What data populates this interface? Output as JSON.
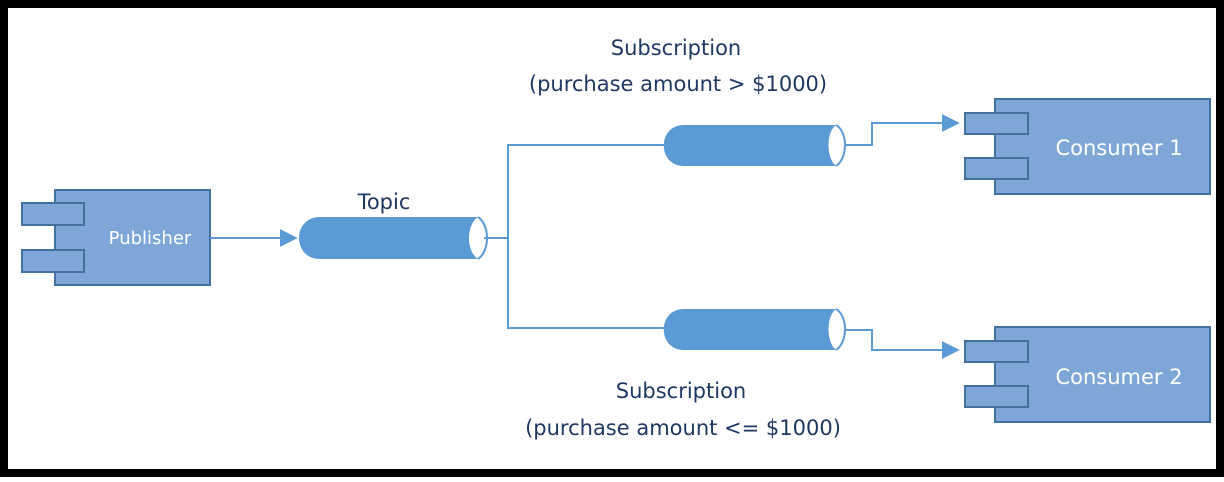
{
  "diagram": {
    "publisher": {
      "label": "Publisher"
    },
    "topic": {
      "label": "Topic"
    },
    "subscription_1": {
      "title": "Subscription",
      "filter": "(purchase amount > $1000)"
    },
    "subscription_2": {
      "title": "Subscription",
      "filter": "(purchase amount <= $1000)"
    },
    "consumer_1": {
      "label": "Consumer 1"
    },
    "consumer_2": {
      "label": "Consumer 2"
    }
  },
  "colors": {
    "component_fill": "#7ea7d8",
    "component_stroke": "#41719c",
    "queue_fill": "#5b9bd5",
    "line": "#5b9bd5",
    "text_dark": "#1f3763",
    "text_white": "#ffffff",
    "frame": "#000000"
  }
}
